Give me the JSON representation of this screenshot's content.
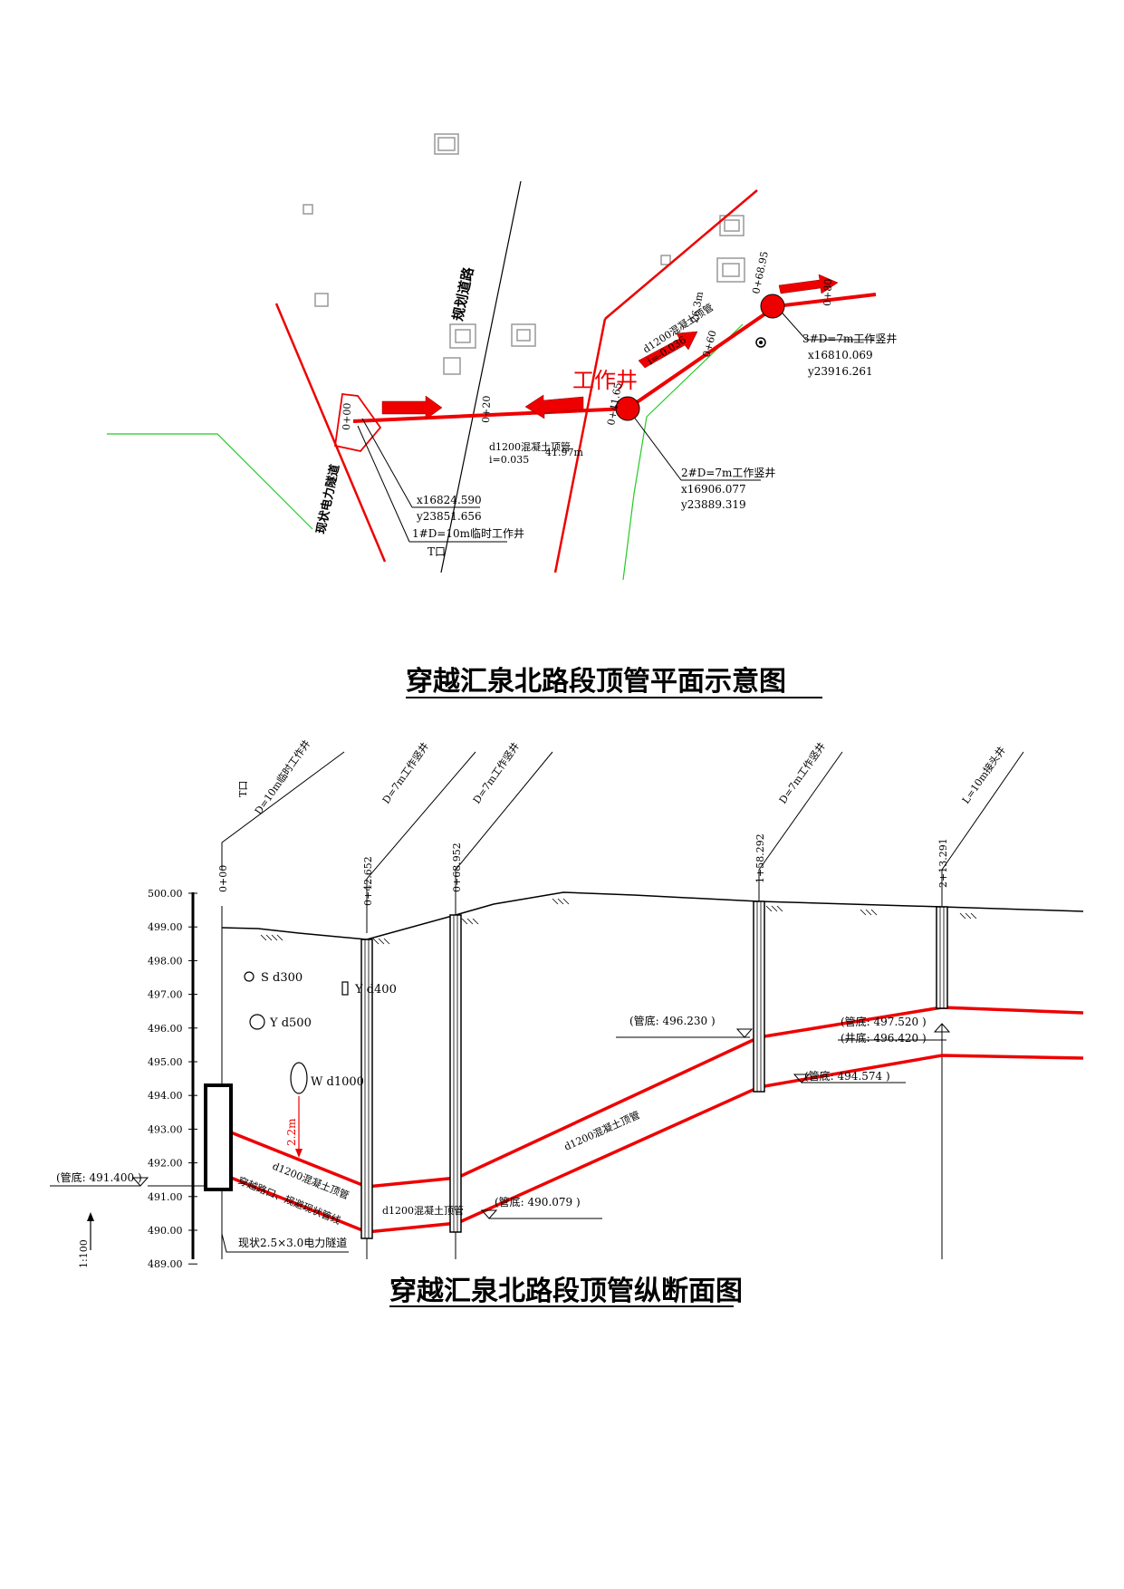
{
  "plan": {
    "title": "穿越汇泉北路段顶管平面示意图",
    "road_label": "规划道路",
    "power_tunnel_label": "现状电力隧道",
    "work_well_label": "工作井",
    "t_junction": "T口",
    "stations": [
      "0+00",
      "0+20",
      "0+41.65",
      "0+60",
      "0+68.95",
      "0+80"
    ],
    "pipe1": {
      "name": "d1200混凝土顶管",
      "slope": "i=0.035",
      "length": "41.97m"
    },
    "pipe2": {
      "name": "d1200混凝土顶管",
      "slope": "i=-0.036",
      "length": "26.3m"
    },
    "well1": {
      "x": "x16824.590",
      "y": "y23851.656",
      "name": "1#D=10m临时工作井"
    },
    "well2": {
      "name": "2#D=7m工作竖井",
      "x": "x16906.077",
      "y": "y23889.319"
    },
    "well3": {
      "name": "3#D=7m工作竖井",
      "x": "x16810.069",
      "y": "y23916.261"
    }
  },
  "profile": {
    "title": "穿越汇泉北路段顶管纵断面图",
    "scale": "1:100",
    "elevations": [
      "500.00",
      "499.00",
      "498.00",
      "497.00",
      "496.00",
      "495.00",
      "494.00",
      "493.00",
      "492.00",
      "491.00",
      "490.00",
      "489.00"
    ],
    "shafts": [
      {
        "label": "D=10m临时工作井",
        "tag": "T口",
        "station": "0+00"
      },
      {
        "label": "D=7m工作竖井",
        "station": "0+42.652"
      },
      {
        "label": "D=7m工作竖井",
        "station": "0+68.952"
      },
      {
        "label": "D=7m工作竖井",
        "station": "1+58.292"
      },
      {
        "label": "L=10m接头井",
        "station": "2+13.291"
      }
    ],
    "utilities": [
      "S d300",
      "Y d400",
      "Y d500",
      "W d1000"
    ],
    "clearance": "2.2m",
    "pipe_labels": [
      "d1200混凝土顶管",
      "穿越路口、规避现状管线",
      "d1200混凝土顶管",
      "d1200混凝土顶管"
    ],
    "inverts": [
      "(管底: 491.400 )",
      "(管底: 490.079 )",
      "(管底: 496.230 )",
      "(管底: 494.574 )",
      "(管底: 497.520 )",
      "(井底: 496.420 )"
    ],
    "power_tunnel": "现状2.5×3.0电力隧道"
  }
}
